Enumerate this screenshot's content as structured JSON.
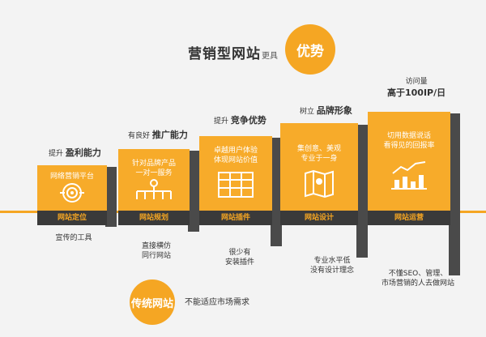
{
  "header": {
    "title": "营销型网站",
    "connector": "更具",
    "badge": "优势"
  },
  "steps": [
    {
      "above_prefix": "提升",
      "above_bold": "盈利能力",
      "face_text": "网络营销平台",
      "bar_label": "网站定位",
      "below_text": "宣传的工具"
    },
    {
      "above_prefix": "有良好",
      "above_bold": "推广能力",
      "face_text_1": "针对品牌产品",
      "face_text_2": "一对一服务",
      "bar_label": "网站规划",
      "below_text_1": "直接横仿",
      "below_text_2": "同行网站"
    },
    {
      "above_prefix": "提升",
      "above_bold": "竞争优势",
      "face_text_1": "卓越用户体验",
      "face_text_2": "体现网站价值",
      "bar_label": "网站插件",
      "below_text_1": "很少有",
      "below_text_2": "安装插件"
    },
    {
      "above_prefix": "树立",
      "above_bold": "品牌形象",
      "face_text_1": "集创意、美观",
      "face_text_2": "专业于一身",
      "bar_label": "网站设计",
      "below_text_1": "专业水平低",
      "below_text_2": "没有设计理念"
    },
    {
      "above_prefix": "访问量",
      "above_bold": "高于100IP/日",
      "face_text_1": "切用数据说话",
      "face_text_2": "看得见的回报率",
      "bar_label": "网站运营",
      "below_text_1": "不懂SEO、管理、",
      "below_text_2": "市场营销的人去做网站"
    }
  ],
  "footer": {
    "badge": "传统网站",
    "note": "不能适应市场需求"
  },
  "colors": {
    "accent": "#f5a623",
    "dark": "#3a3a3a",
    "background": "#f3f3f3"
  }
}
